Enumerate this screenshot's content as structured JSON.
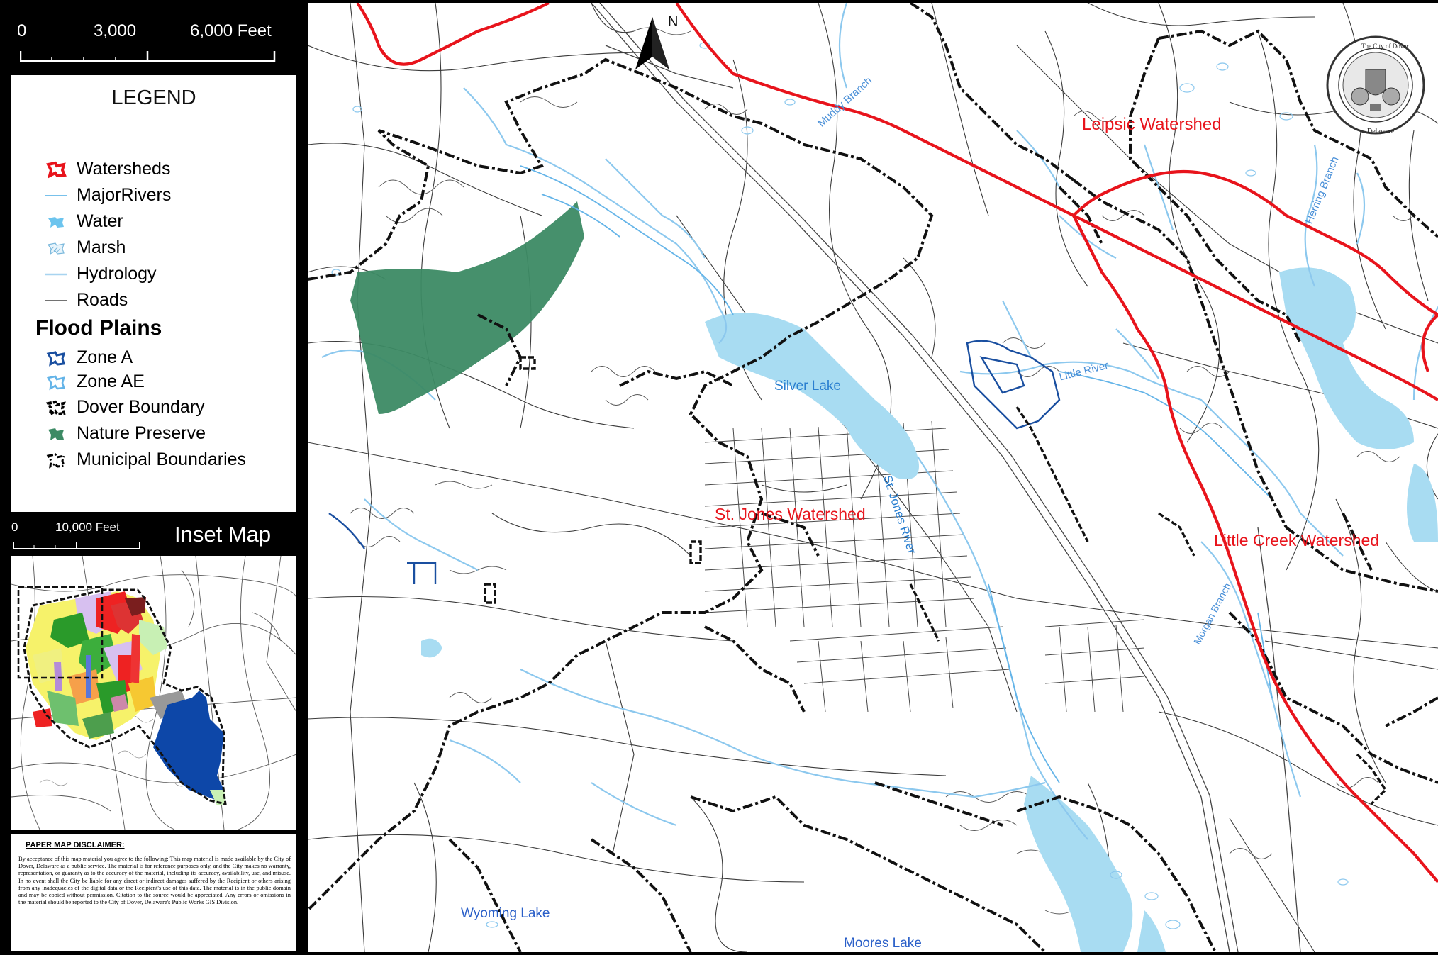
{
  "scalebar_top": {
    "labels": [
      "0",
      "3,000",
      "6,000 Feet"
    ]
  },
  "legend": {
    "title": "LEGEND",
    "items": [
      {
        "label": "Watersheds",
        "icon": "watershed-icon"
      },
      {
        "label": "MajorRivers",
        "icon": "major-river-icon"
      },
      {
        "label": "Water",
        "icon": "water-icon"
      },
      {
        "label": "Marsh",
        "icon": "marsh-icon"
      },
      {
        "label": "Hydrology",
        "icon": "hydrology-icon"
      },
      {
        "label": "Roads",
        "icon": "road-icon"
      }
    ],
    "flood_heading": "Flood Plains",
    "flood_items": [
      {
        "label": "Zone A",
        "icon": "zone-a-icon"
      },
      {
        "label": "Zone AE",
        "icon": "zone-ae-icon"
      },
      {
        "label": "Dover Boundary",
        "icon": "dover-boundary-icon"
      },
      {
        "label": "Nature Preserve",
        "icon": "nature-preserve-icon"
      },
      {
        "label": "Municipal Boundaries",
        "icon": "municipal-boundary-icon"
      }
    ]
  },
  "inset": {
    "scale_labels": [
      "0",
      "10,000 Feet"
    ],
    "title": "Inset Map"
  },
  "disclaimer": {
    "title": "PAPER MAP DISCLAIMER:",
    "text": "By acceptance of this map material you agree to the following: This map material is made available by the City of Dover, Delaware as a public service. The material is for reference purposes only, and the City makes no warranty, representation, or guaranty as to the accuracy of the material, including its accuracy, availability, use, and misuse. In no event shall the City be liable for any direct or indirect damages suffered by the Recipient or others arising from any inadequacies of the digital data or the Recipient's use of this data. The material is in the public domain and may be copied without permission. Citation to the source would be appreciated. Any errors or omissions in the material should be reported to the City of Dover, Delaware's Public Works GIS Division."
  },
  "map": {
    "north_label": "N",
    "seal": {
      "top": "The City of Dover",
      "bottom": "Delaware"
    },
    "watershed_labels": [
      "Leipsic Watershed",
      "St. Jones Watershed",
      "Little Creek Watershed"
    ],
    "water_labels": [
      "Silver Lake",
      "Wyoming Lake",
      "Moores Lake"
    ],
    "river_labels": [
      "Muddy Branch",
      "Herring Branch",
      "Little River",
      "St. Jones River",
      "Morgan Branch"
    ]
  },
  "colors": {
    "watershed": "#e8141c",
    "water": "#a8dcf2",
    "hydrology": "#8cc8ee",
    "flood_zone_a": "#1a4fa0",
    "nature_preserve": "#3c8a64",
    "road": "#333333",
    "boundary": "#111111"
  }
}
